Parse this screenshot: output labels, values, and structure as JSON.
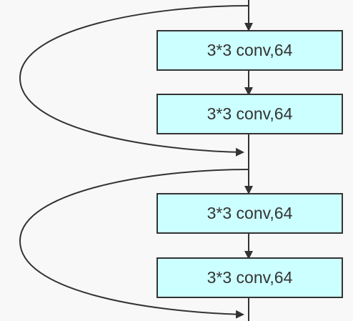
{
  "diagram": {
    "colors": {
      "background": "#f8f8f8",
      "box_fill": "#ccffff",
      "box_stroke": "#333333",
      "edge": "#333333"
    },
    "blocks": [
      {
        "label": "3*3 conv,64"
      },
      {
        "label": "3*3 conv,64"
      },
      {
        "label": "3*3 conv,64"
      },
      {
        "label": "3*3 conv,64"
      }
    ],
    "skip_connections": [
      {
        "from": "input-1",
        "to": "add-1"
      },
      {
        "from": "input-2",
        "to": "add-2"
      }
    ]
  }
}
